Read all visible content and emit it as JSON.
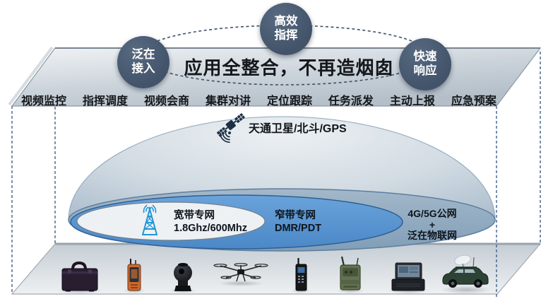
{
  "banner": {
    "title": "应用全整合，不再造烟囱",
    "bubbles": [
      {
        "line1": "泛在",
        "line2": "接入"
      },
      {
        "line1": "高效",
        "line2": "指挥"
      },
      {
        "line1": "快速",
        "line2": "响应"
      }
    ],
    "menu": [
      "视频监控",
      "指挥调度",
      "视频会商",
      "集群对讲",
      "定位跟踪",
      "任务派发",
      "主动上报",
      "应急预案"
    ]
  },
  "satellite": {
    "label": "天通卫星/北斗/GPS",
    "icon": "satellite-icon"
  },
  "networks": {
    "broadband": {
      "name": "宽带专网",
      "detail": "1.8Ghz/600Mhz",
      "icon": "antenna-icon"
    },
    "narrowband": {
      "name": "窄带专网",
      "detail": "DMR/PDT"
    },
    "public": {
      "line1": "4G/5G公网",
      "line2": "+",
      "line3": "泛在物联网"
    }
  },
  "devices": [
    {
      "name": "equipment-case"
    },
    {
      "name": "rugged-handheld"
    },
    {
      "name": "ptz-camera"
    },
    {
      "name": "uav-drone"
    },
    {
      "name": "walkie-talkie"
    },
    {
      "name": "manpack-radio"
    },
    {
      "name": "portable-terminal"
    },
    {
      "name": "satcom-vehicle"
    }
  ],
  "colors": {
    "bubble_fill": "#47586d",
    "band_fill": "#8ba6be",
    "narrowband_fill": "#5b96d2",
    "inner_fill": "#eef1f4",
    "antenna_blue": "#1f96d8",
    "dashed_edge": "#3f608c",
    "satellite_navy": "#1d2f43"
  }
}
